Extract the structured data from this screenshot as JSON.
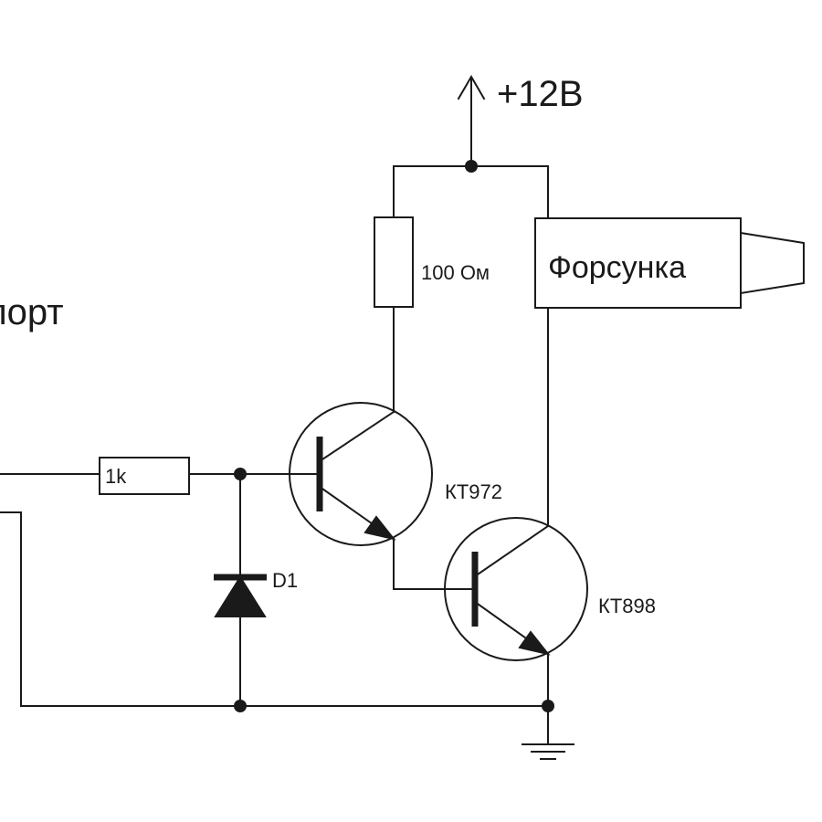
{
  "labels": {
    "supply": "+12В",
    "port": "порт",
    "resistor_collector": "100 Ом",
    "injector": "Форсунка",
    "resistor_base": "1k",
    "diode": "D1",
    "transistor_driver": "КТ972",
    "transistor_output": "КТ898"
  },
  "colors": {
    "line": "#1a1a1a",
    "background": "#ffffff"
  }
}
